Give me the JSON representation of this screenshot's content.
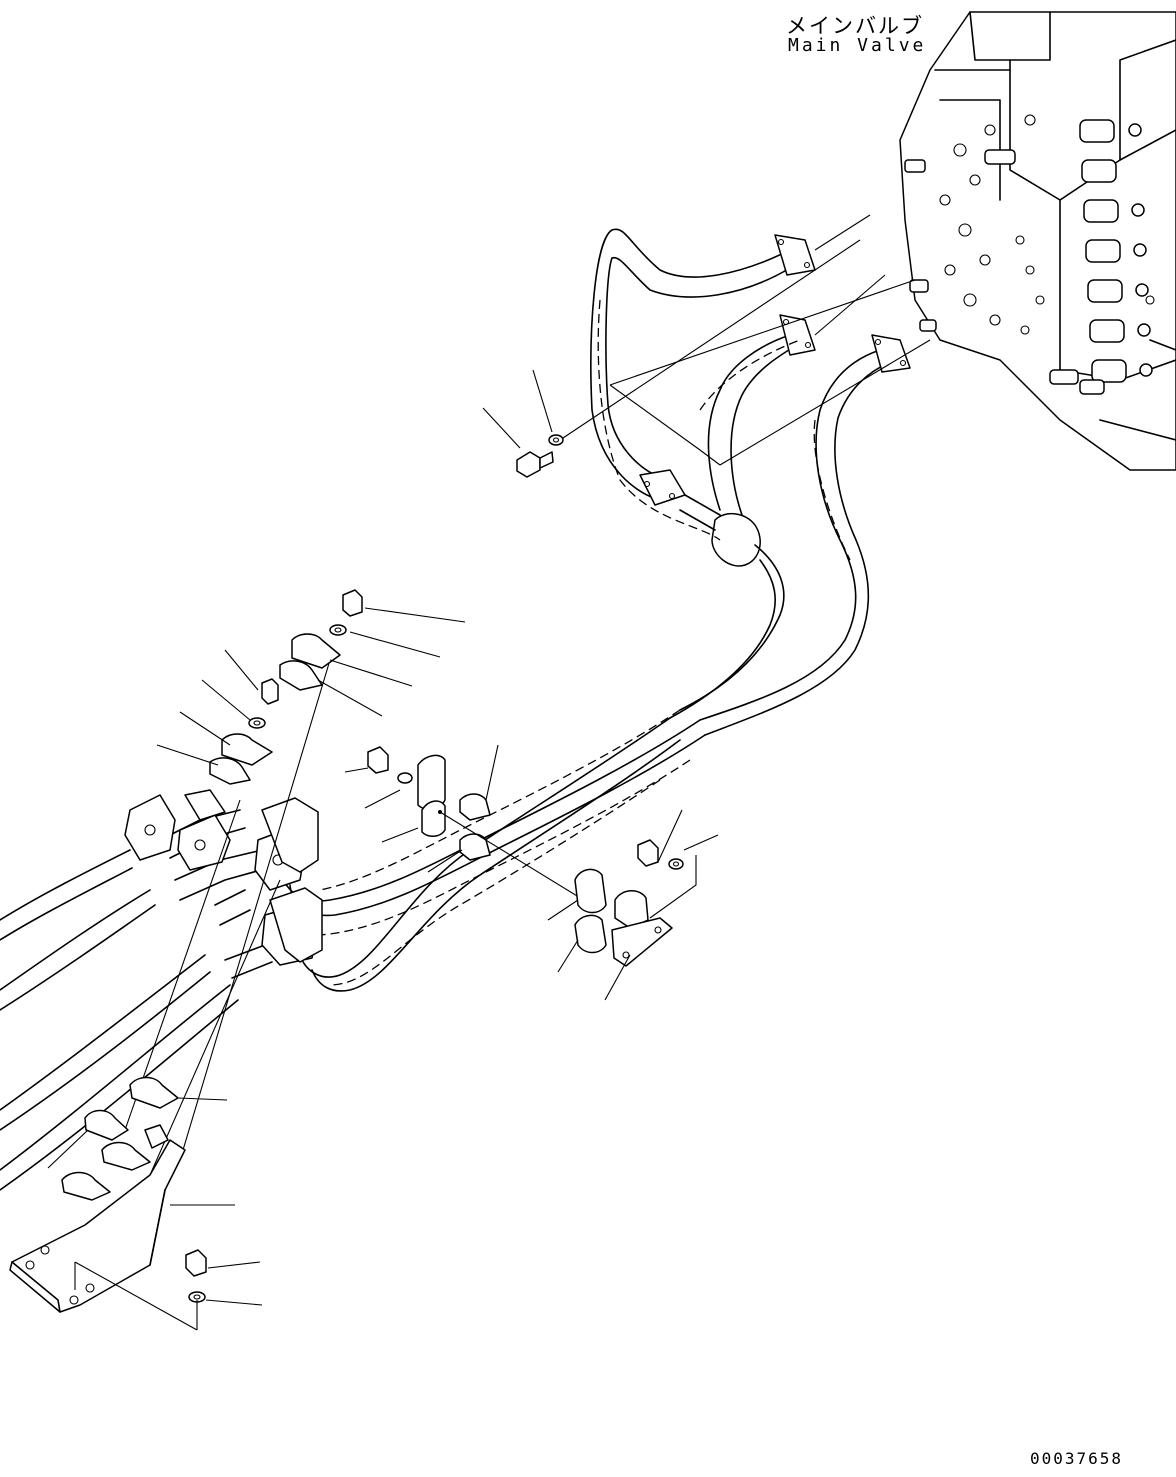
{
  "labels": {
    "main_valve_jp": "メインバルブ",
    "main_valve_en": "Main Valve"
  },
  "drawing_number": "00037658"
}
